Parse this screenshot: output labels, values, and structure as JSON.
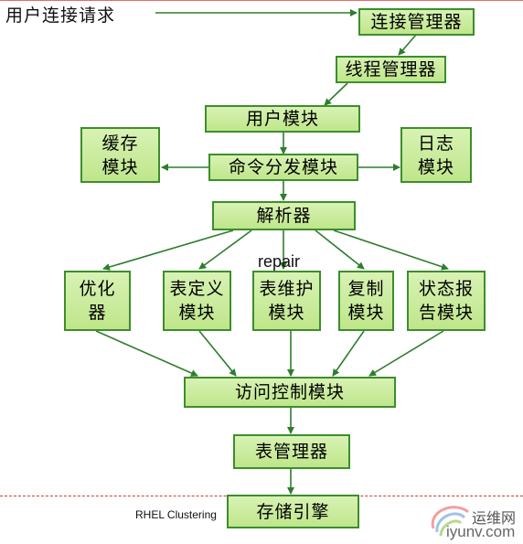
{
  "request_label": "用户连接请求",
  "nodes": {
    "conn_manager": "连接管理器",
    "thread_manager": "线程管理器",
    "user_module": "用户模块",
    "cache_module": [
      "缓存",
      "模块"
    ],
    "dispatch_module": "命令分发模块",
    "log_module": [
      "日志",
      "模块"
    ],
    "parser": "解析器",
    "optimizer": [
      "优化",
      "器"
    ],
    "table_def": [
      "表定义",
      "模块"
    ],
    "table_maint": [
      "表维护",
      "模块"
    ],
    "replication": [
      "复制",
      "模块"
    ],
    "status_report": [
      "状态报",
      "告模块"
    ],
    "access_control": "访问控制模块",
    "table_manager": "表管理器",
    "storage_engine": "存储引擎"
  },
  "annotations": {
    "repair": "repair",
    "rhel": "RHEL Clustering"
  },
  "watermark": {
    "site_name": "运维网",
    "domain": "iyunv.com"
  },
  "colors": {
    "box_fill": "#c8eb98",
    "box_border": "#3c8e2c",
    "arrow": "#2e7d2e",
    "divider": "#d23a3a"
  }
}
